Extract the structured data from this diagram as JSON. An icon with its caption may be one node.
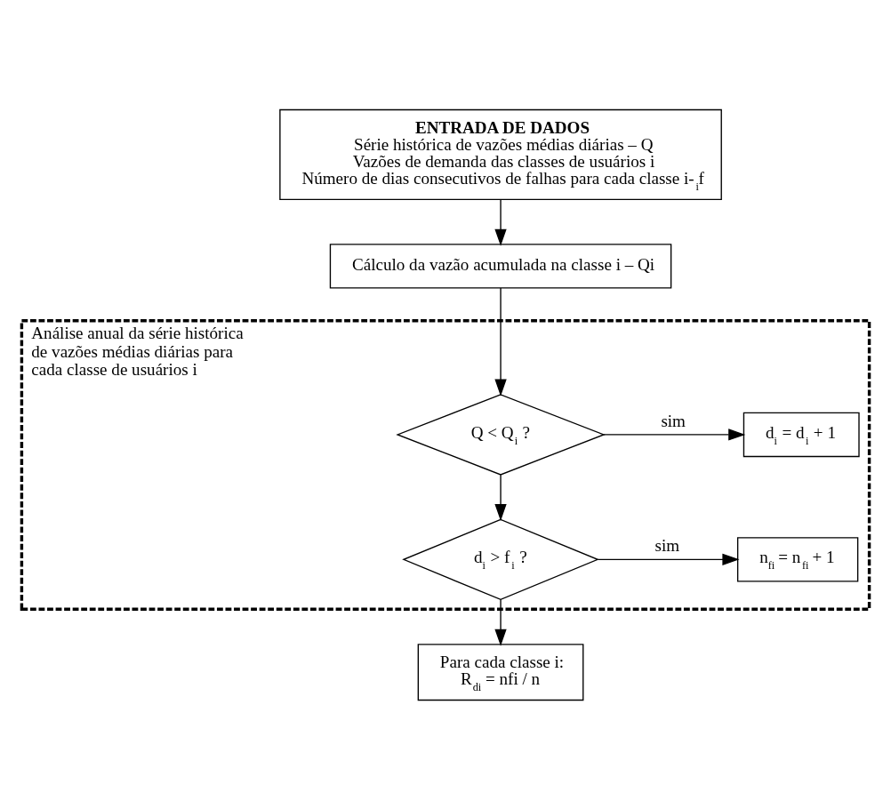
{
  "diagram": {
    "nodes": [
      {
        "text": [
          "ENTRADA DE DADOS",
          "Série histórica de vazões médias diárias – Q",
          "Vazões de demanda das classes de usuários i",
          "Número de dias consecutivos de falhas para cada classe i- f$_{i}$"
        ]
      },
      {
        "text": [
          "Cálculo da vazão acumulada na classe i – Qi"
        ]
      },
      {
        "text": [
          "Análise anual da série histórica de vazões médias diárias para cada classe de usuários i"
        ]
      },
      {
        "text": [
          "Q < Q$_{i}$ ?"
        ],
        "in": 2
      },
      {
        "text": [
          "d$_{i}$ = d$_{i}$ + 1"
        ],
        "in": 2
      },
      {
        "text": [
          "d$_{i}$ > f$_{i}$ ?"
        ],
        "in": 2
      },
      {
        "text": [
          "n$_{fi}$ = n$_{fi}$ + 1"
        ],
        "in": 2
      },
      {
        "text": [
          "Para cada classe i:",
          "R$_{di}$ = nfi / n"
        ]
      }
    ],
    "edges": [
      {
        "from": 0,
        "to": 1,
        "arrow": "to"
      },
      {
        "from": 1,
        "to": 3,
        "arrow": "to"
      },
      {
        "from": 3,
        "to": 4,
        "arrow": "to",
        "label": "sim"
      },
      {
        "from": 3,
        "to": 5,
        "arrow": "to"
      },
      {
        "from": 5,
        "to": 6,
        "arrow": "to",
        "label": "sim"
      },
      {
        "from": 5,
        "to": 7,
        "arrow": "to"
      }
    ]
  }
}
